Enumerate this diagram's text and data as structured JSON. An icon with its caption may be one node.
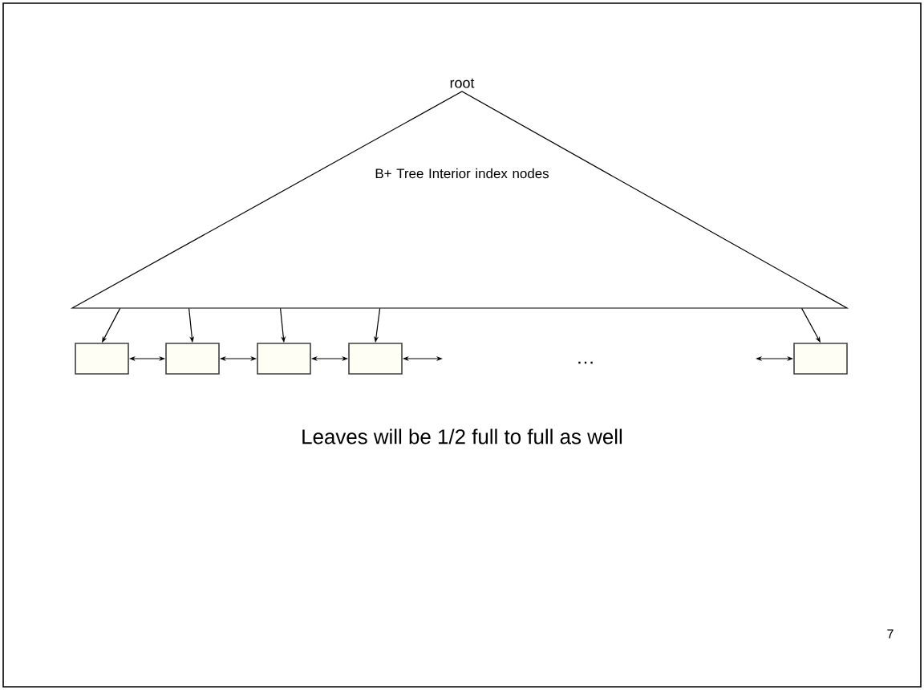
{
  "diagram": {
    "nodes": [
      {
        "text": [
          "root",
          "B+ Tree Interior index nodes"
        ]
      },
      {
        "text": [],
        "shape": "box"
      },
      {
        "text": [],
        "shape": "box"
      },
      {
        "text": [],
        "shape": "box"
      },
      {
        "text": [],
        "shape": "box"
      },
      {
        "text": [],
        "shape": "box"
      }
    ],
    "edges": [
      {
        "from": 0,
        "to": 1,
        "arrow": "to"
      },
      {
        "from": 0,
        "to": 2,
        "arrow": "to"
      },
      {
        "from": 0,
        "to": 3,
        "arrow": "to"
      },
      {
        "from": 0,
        "to": 4,
        "arrow": "to"
      },
      {
        "from": 0,
        "to": 5,
        "arrow": "to"
      },
      {
        "from": 1,
        "to": 2,
        "arrow": "both"
      },
      {
        "from": 2,
        "to": 3,
        "arrow": "both"
      },
      {
        "from": 3,
        "to": 4,
        "arrow": "both"
      },
      {
        "from": 4,
        "to": null,
        "arrow": "both"
      },
      {
        "from": null,
        "to": 5,
        "arrow": "both"
      }
    ],
    "labels": [
      "…",
      "Leaves will be 1/2 full to full as well",
      "7"
    ]
  }
}
